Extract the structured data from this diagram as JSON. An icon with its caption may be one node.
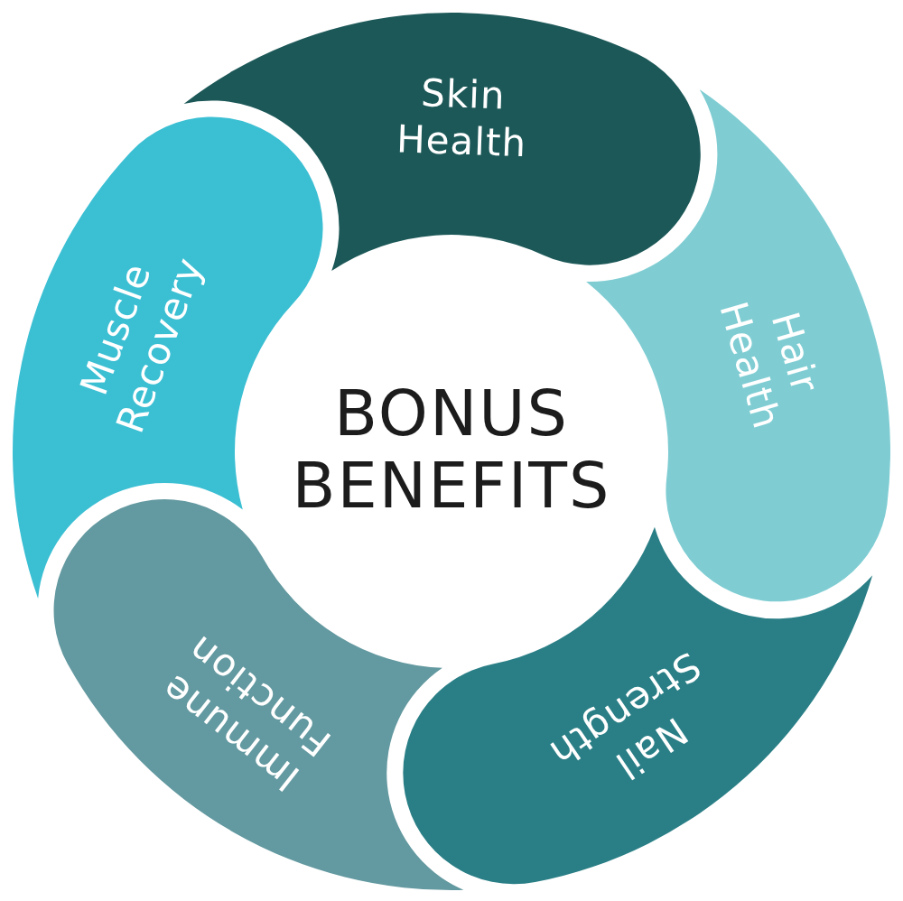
{
  "diagram": {
    "nodes": [
      {
        "text": [
          "BONUS BENEFITS"
        ]
      },
      {
        "text": [
          "Skin Health"
        ]
      },
      {
        "text": [
          "Hair Health"
        ]
      },
      {
        "text": [
          "Nail Strength"
        ]
      },
      {
        "text": [
          "Immune Function"
        ]
      },
      {
        "text": [
          "Muscle Recovery"
        ]
      }
    ]
  }
}
